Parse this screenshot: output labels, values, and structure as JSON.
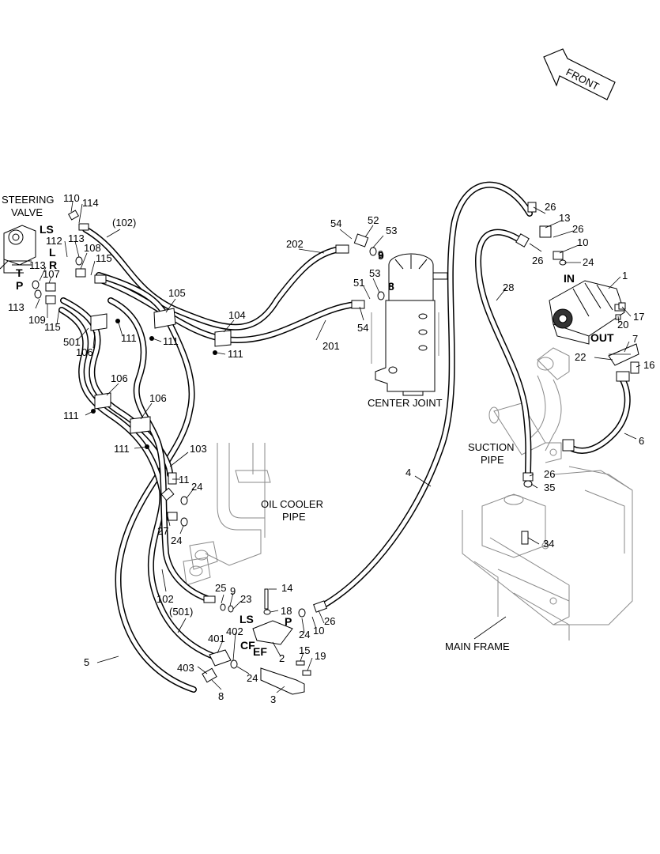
{
  "front_arrow": "FRONT",
  "components": {
    "steering_valve": "STEERING\nVALVE",
    "center_joint": "CENTER JOINT",
    "oil_cooler_pipe": "OIL COOLER\nPIPE",
    "suction_pipe": "SUCTION\nPIPE",
    "main_frame": "MAIN FRAME"
  },
  "port_labels": [
    "LS",
    "L",
    "R",
    "T",
    "P",
    "IN",
    "OUT",
    "8",
    "9",
    "LS",
    "P",
    "CF",
    "EF"
  ],
  "part_numbers": [
    "110",
    "114",
    "(102)",
    "112",
    "113",
    "108",
    "115",
    "113",
    "107",
    "113",
    "109",
    "115",
    "501",
    "106",
    "111",
    "111",
    "105",
    "104",
    "111",
    "106",
    "111",
    "106",
    "111",
    "202",
    "54",
    "52",
    "53",
    "9",
    "51",
    "53",
    "8",
    "54",
    "201",
    "103",
    "11",
    "24",
    "27",
    "24",
    "102",
    "(501)",
    "5",
    "25",
    "9",
    "23",
    "14",
    "18",
    "26",
    "10",
    "24",
    "401",
    "402",
    "403",
    "8",
    "24",
    "2",
    "15",
    "19",
    "3",
    "4",
    "28",
    "26",
    "13",
    "26",
    "26",
    "10",
    "24",
    "1",
    "17",
    "20",
    "7",
    "22",
    "16",
    "6",
    "26",
    "35",
    "34"
  ],
  "colors": {
    "line": "#000000",
    "ghost": "#8a8a8a",
    "background": "#ffffff"
  }
}
